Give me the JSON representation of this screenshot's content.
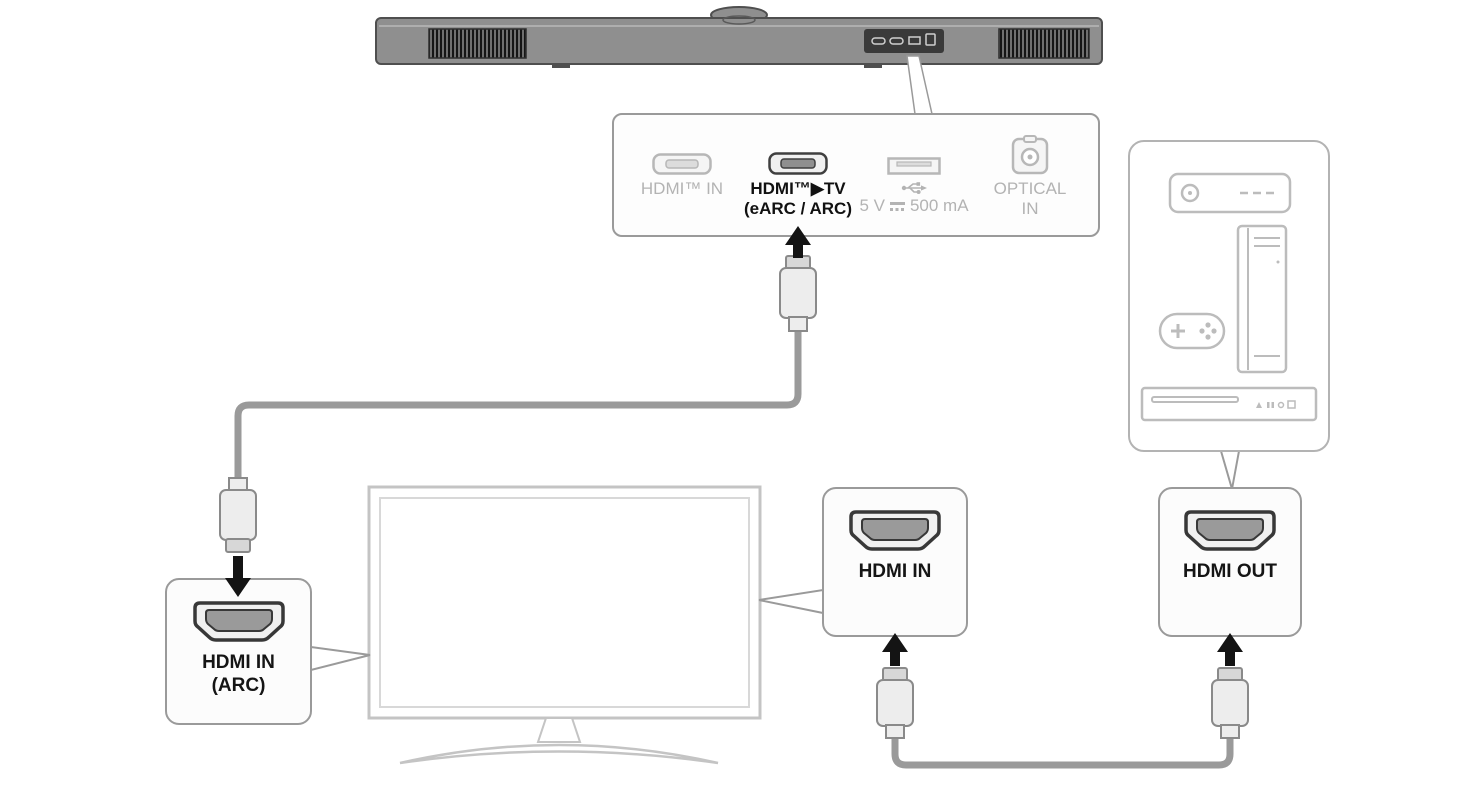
{
  "colors": {
    "background": "#ffffff",
    "outline_gray": "#9a9a9a",
    "inactive_gray": "#b3b3b3",
    "active_text": "#111111",
    "soundbar_gray": "#8f8f8f",
    "cable_gray": "#9a9a9a",
    "arrow_black": "#141414",
    "device_lineart_gray": "#bcbcbc"
  },
  "soundbar_panel": {
    "hdmi_in": {
      "label": "HDMI™ IN"
    },
    "hdmi_tv_out": {
      "label": "HDMI™▶TV",
      "sublabel": "(eARC / ARC)"
    },
    "usb": {
      "voltage": "5 V",
      "current": "500 mA"
    },
    "optical": {
      "label": "OPTICAL",
      "sublabel": "IN"
    }
  },
  "callouts": {
    "tv_arc": {
      "line1": "HDMI IN",
      "line2": "(ARC)"
    },
    "tv_hdmi_in": {
      "line1": "HDMI IN"
    },
    "device_hdmi_out": {
      "line1": "HDMI OUT"
    }
  }
}
